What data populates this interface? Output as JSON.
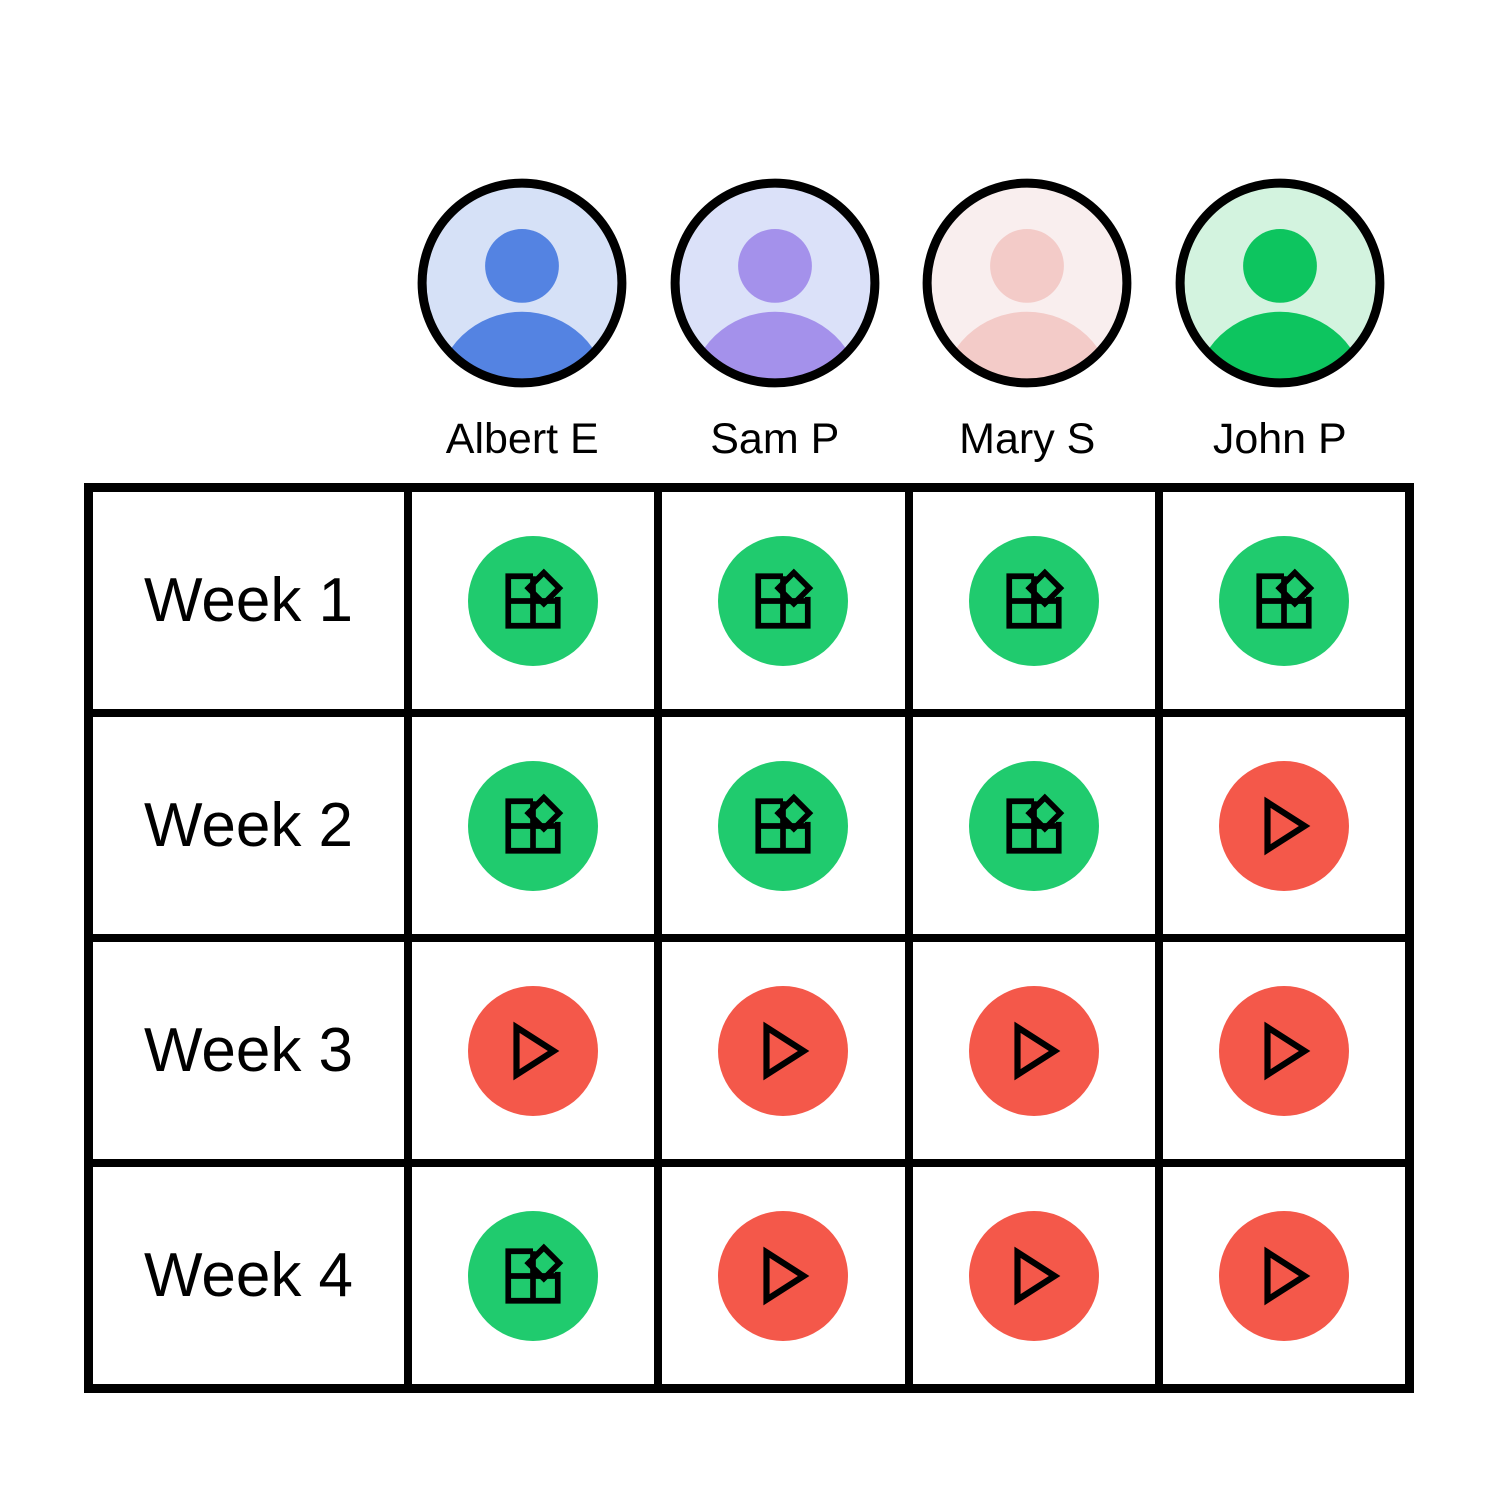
{
  "people": [
    {
      "name": "Albert E",
      "bg": "#D6E1F7",
      "fg": "#5483E2"
    },
    {
      "name": "Sam P",
      "bg": "#DBE1F9",
      "fg": "#A491EB"
    },
    {
      "name": "Mary S",
      "bg": "#F9EEEE",
      "fg": "#F3CBC8"
    },
    {
      "name": "John P",
      "bg": "#D3F3DF",
      "fg": "#0DC55F"
    }
  ],
  "status_colors": {
    "done": "#20CB6E",
    "pending": "#F4584A"
  },
  "grid": {
    "row_labels": [
      "Week 1",
      "Week 2",
      "Week 3",
      "Week 4"
    ],
    "rows": [
      [
        "done",
        "done",
        "done",
        "done"
      ],
      [
        "done",
        "done",
        "done",
        "pending"
      ],
      [
        "pending",
        "pending",
        "pending",
        "pending"
      ],
      [
        "done",
        "pending",
        "pending",
        "pending"
      ]
    ],
    "icons": {
      "done": "blocks-icon",
      "pending": "play-icon"
    }
  }
}
